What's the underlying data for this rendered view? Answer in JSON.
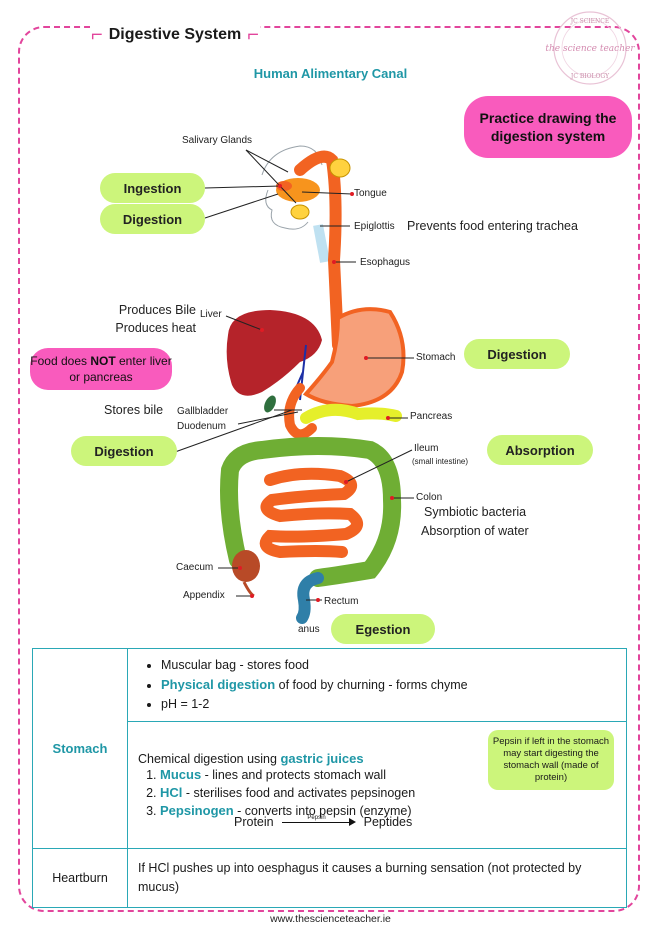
{
  "header": {
    "title": "Digestive System"
  },
  "seal": {
    "top_text": "JC SCIENCE",
    "middle_text": "the science teacher",
    "bottom_text": "JC BIOLOGY"
  },
  "diagram": {
    "subtitle": "Human Alimentary Canal",
    "practice_bubble": "Practice drawing the digestion system",
    "tags": {
      "ingestion": "Ingestion",
      "digestion_mouth": "Digestion",
      "digestion_stomach": "Digestion",
      "digestion_duodenum": "Digestion",
      "absorption": "Absorption",
      "egestion": "Egestion"
    },
    "food_note": {
      "before": "Food does ",
      "bold": "NOT",
      "after": " enter liver or pancreas"
    },
    "labels": {
      "salivary_glands": "Salivary Glands",
      "tongue": "Tongue",
      "epiglottis": "Epiglottis",
      "esophagus": "Esophagus",
      "liver": "Liver",
      "stomach": "Stomach",
      "gallbladder": "Gallbladder",
      "duodenum": "Duodenum",
      "pancreas": "Pancreas",
      "ileum": "Ileum",
      "small_intestine": "(small intestine)",
      "colon": "Colon",
      "caecum": "Caecum",
      "appendix": "Appendix",
      "rectum": "Rectum",
      "anus": "anus"
    },
    "notes": {
      "epiglottis": "Prevents food entering trachea",
      "liver_1": "Produces Bile",
      "liver_2": "Produces heat",
      "gallbladder": "Stores bile",
      "colon_1": "Symbiotic bacteria",
      "colon_2": "Absorption of water"
    }
  },
  "table": {
    "stomach_header": "Stomach",
    "stomach_bullets": {
      "b1": "Muscular bag - stores food",
      "b2_hl": "Physical digestion",
      "b2_rest": " of food by churning - forms chyme",
      "b3": "pH = 1-2"
    },
    "chemical": {
      "intro": "Chemical digestion using ",
      "intro_hl": "gastric juices",
      "items": [
        {
          "hl": "Mucus",
          "rest": " - lines and protects stomach wall"
        },
        {
          "hl": "HCl",
          "rest": " - sterilises food and activates pepsinogen"
        },
        {
          "hl": "Pepsinogen",
          "rest": " - converts into pepsin (enzyme)"
        }
      ],
      "equation": {
        "left": "Protein",
        "enzyme": "Pepsin",
        "right": "Peptides"
      },
      "pepsin_note": "Pepsin if left in the stomach may start digesting the stomach wall (made of protein)"
    },
    "heartburn_header": "Heartburn",
    "heartburn_text": "If HCl pushes up into oesphagus it causes a burning sensation (not protected by mucus)"
  },
  "footer": {
    "website": "www.thescienceteacher.ie"
  },
  "colors": {
    "pink": "#e2459c",
    "pill_pink": "#f95bbd",
    "green": "#ccf57b",
    "teal": "#1f97a6",
    "organ_orange": "#f26322"
  }
}
